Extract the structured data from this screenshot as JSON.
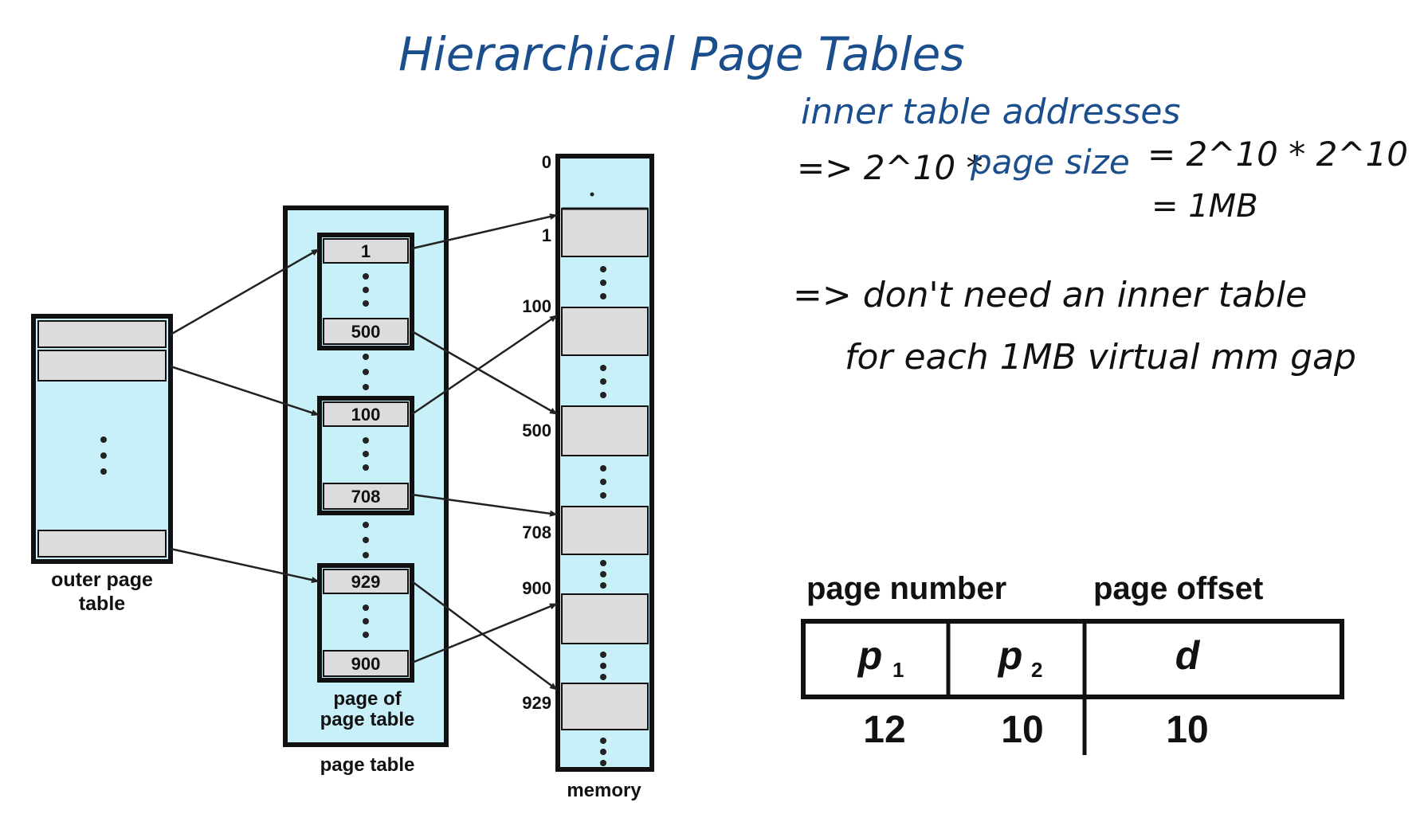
{
  "title": "Hierarchical Page Tables",
  "notes": {
    "line1": "inner table addresses",
    "line2_prefix": "=> 2^10 *",
    "line2_term": "page size",
    "line2_suffix": "= 2^10 * 2^10",
    "line3": "= 1MB",
    "line4": "=> don't need an inner table",
    "line5": "for each 1MB virtual mm gap"
  },
  "diagram": {
    "outer_label_1": "outer page",
    "outer_label_2": "table",
    "inner_tables": [
      {
        "top": "1",
        "bottom": "500"
      },
      {
        "top": "100",
        "bottom": "708"
      },
      {
        "top": "929",
        "bottom": "900"
      }
    ],
    "page_of_label_1": "page of",
    "page_of_label_2": "page table",
    "page_table_label": "page table",
    "memory_label": "memory",
    "memory_addresses": [
      "0",
      "1",
      "100",
      "500",
      "708",
      "900",
      "929"
    ]
  },
  "address_format": {
    "page_number_label": "page number",
    "page_offset_label": "page offset",
    "fields": [
      {
        "symbol": "p",
        "subscript": "1",
        "bits": "12"
      },
      {
        "symbol": "p",
        "subscript": "2",
        "bits": "10"
      },
      {
        "symbol": "d",
        "subscript": "",
        "bits": "10"
      }
    ]
  },
  "colors": {
    "handwriting_blue": "#1a4e8c",
    "handwriting_black": "#111111",
    "table_cyan": "#c8f0f8",
    "entry_gray": "#dcdcdc"
  }
}
